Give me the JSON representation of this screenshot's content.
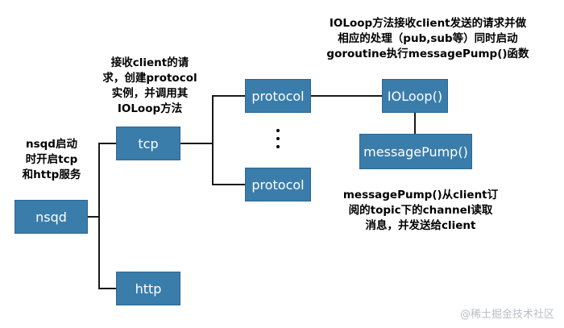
{
  "nodes": {
    "nsqd": "nsqd",
    "tcp": "tcp",
    "http": "http",
    "protocol_top": "protocol",
    "protocol_bottom": "protocol",
    "ioloop": "IOLoop()",
    "message_pump": "messagePump()"
  },
  "notes": {
    "nsqd": [
      "nsqd启动",
      "时开启tcp",
      "和http服务"
    ],
    "tcp": [
      "接收client的请",
      "求，创建protocol",
      "实例，并调用其",
      "IOLoop方法"
    ],
    "ioloop": [
      "IOLoop方法接收client发送的请求并做",
      "相应的处理（pub,sub等）同时启动",
      "goroutine执行messagePump()函数"
    ],
    "message_pump": [
      "messagePump()从client订",
      "阅的topic下的channel读取",
      "消息，并发送给client"
    ]
  },
  "watermark": "@稀土掘金技术社区",
  "colors": {
    "box_fill": "#3a7dab",
    "box_text": "#ffffff",
    "line": "#1a1a1a",
    "watermark": "#b9bec6"
  }
}
